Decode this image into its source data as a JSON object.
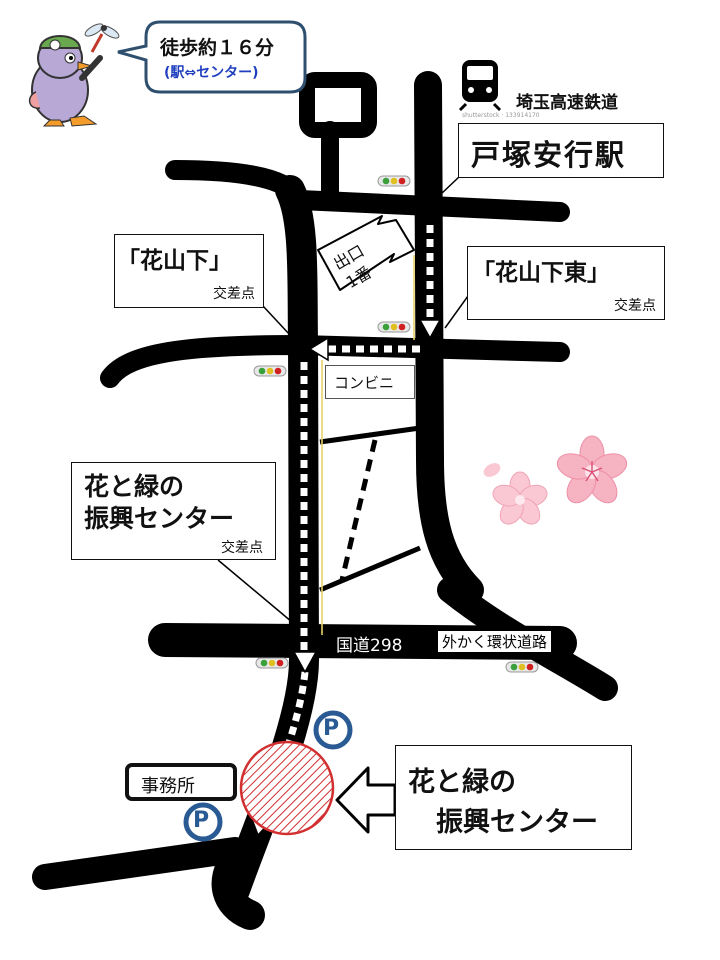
{
  "walk": {
    "time": "徒歩約１６分",
    "route": "(駅⇔センター)"
  },
  "railway": "埼玉高速鉄道",
  "station": "戸塚安行駅",
  "watermark": "shutterstock · 133914170",
  "exit_sign": {
    "line1": "出口",
    "line2": "1番"
  },
  "intersections": {
    "hanayamashita": {
      "name": "「花山下」",
      "suffix": "交差点"
    },
    "hanayamashita_higashi": {
      "name": "「花山下東」",
      "suffix": "交差点"
    },
    "center_crossing": {
      "line1": "花と緑の",
      "line2": "振興センター",
      "suffix": "交差点"
    }
  },
  "convenience_store": "コンビニ",
  "route_names": {
    "national": "国道298",
    "ring": "外かく環状道路"
  },
  "office": "事務所",
  "parking": "P",
  "destination": {
    "line1": "花と緑の",
    "line2": "振興センター"
  },
  "colors": {
    "road": "#000000",
    "route_dots": "#ffffff",
    "parking_blue": "#2a5a94",
    "destination_red": "#e02020",
    "bubble_border": "#2f4f6f",
    "route_text_blue": "#1f3fbf",
    "sakura": "#f4a7b8"
  }
}
